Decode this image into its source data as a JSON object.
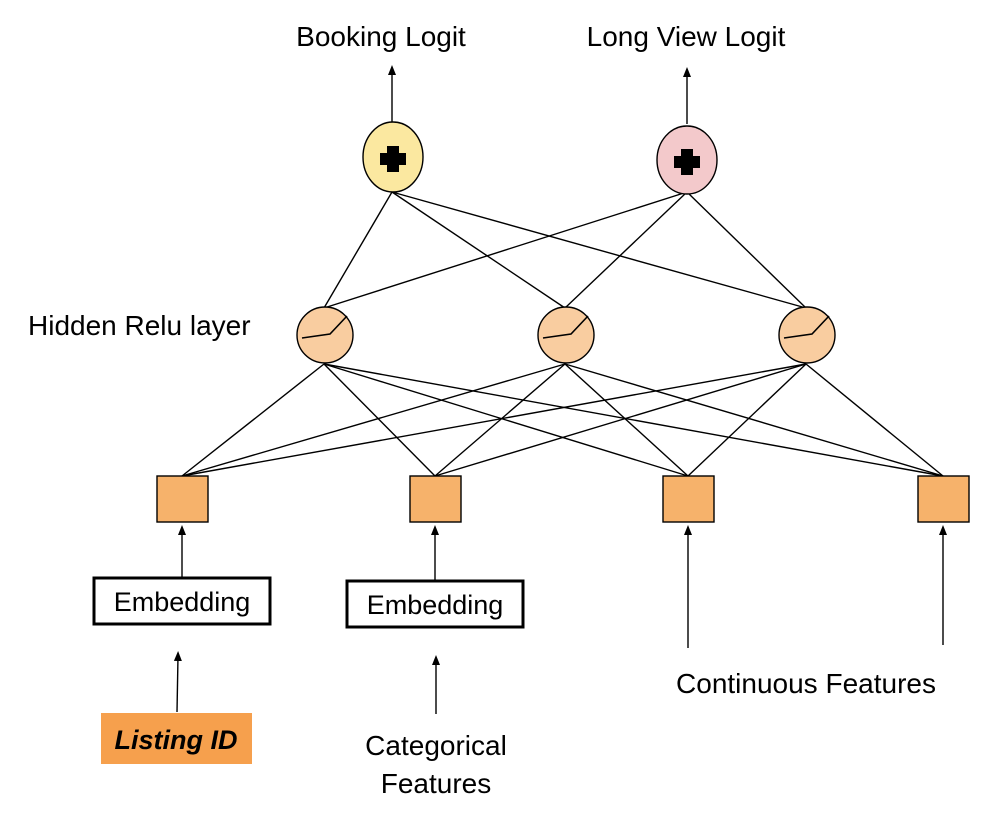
{
  "diagram": {
    "outputs": {
      "booking": {
        "label": "Booking Logit",
        "color": "#fbe8a0"
      },
      "long_view": {
        "label": "Long View Logit",
        "color": "#f3c9cb"
      }
    },
    "hidden_layer": {
      "label": "Hidden Relu layer",
      "node_color": "#f9cda0"
    },
    "feature_node_color": "#f6b26b",
    "embeddings": [
      {
        "label": "Embedding"
      },
      {
        "label": "Embedding"
      }
    ],
    "inputs": {
      "listing_id": {
        "label": "Listing ID",
        "color": "#f6a04d"
      },
      "categorical": {
        "line1": "Categorical",
        "line2": "Features"
      },
      "continuous": {
        "label": "Continuous Features"
      }
    }
  }
}
